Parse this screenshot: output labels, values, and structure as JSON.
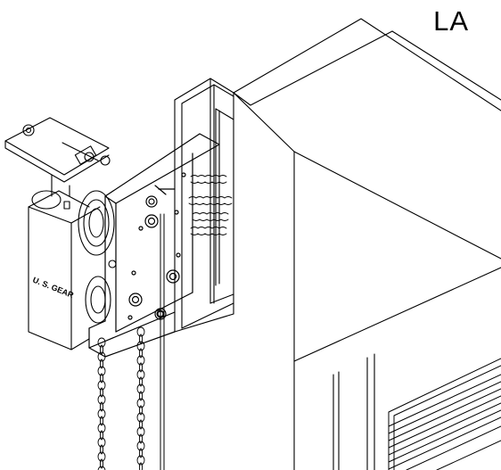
{
  "diagram": {
    "corner_label": "LA",
    "motor_brand": "U. S. GEAR",
    "motor_model": "",
    "parts": [
      "overhead-door-section",
      "door-track",
      "drive-chain",
      "mounting-bracket",
      "operator-motor",
      "hand-chain",
      "release-cord",
      "louvered-panel"
    ]
  },
  "colors": {
    "line": "#000000",
    "background": "#ffffff"
  }
}
